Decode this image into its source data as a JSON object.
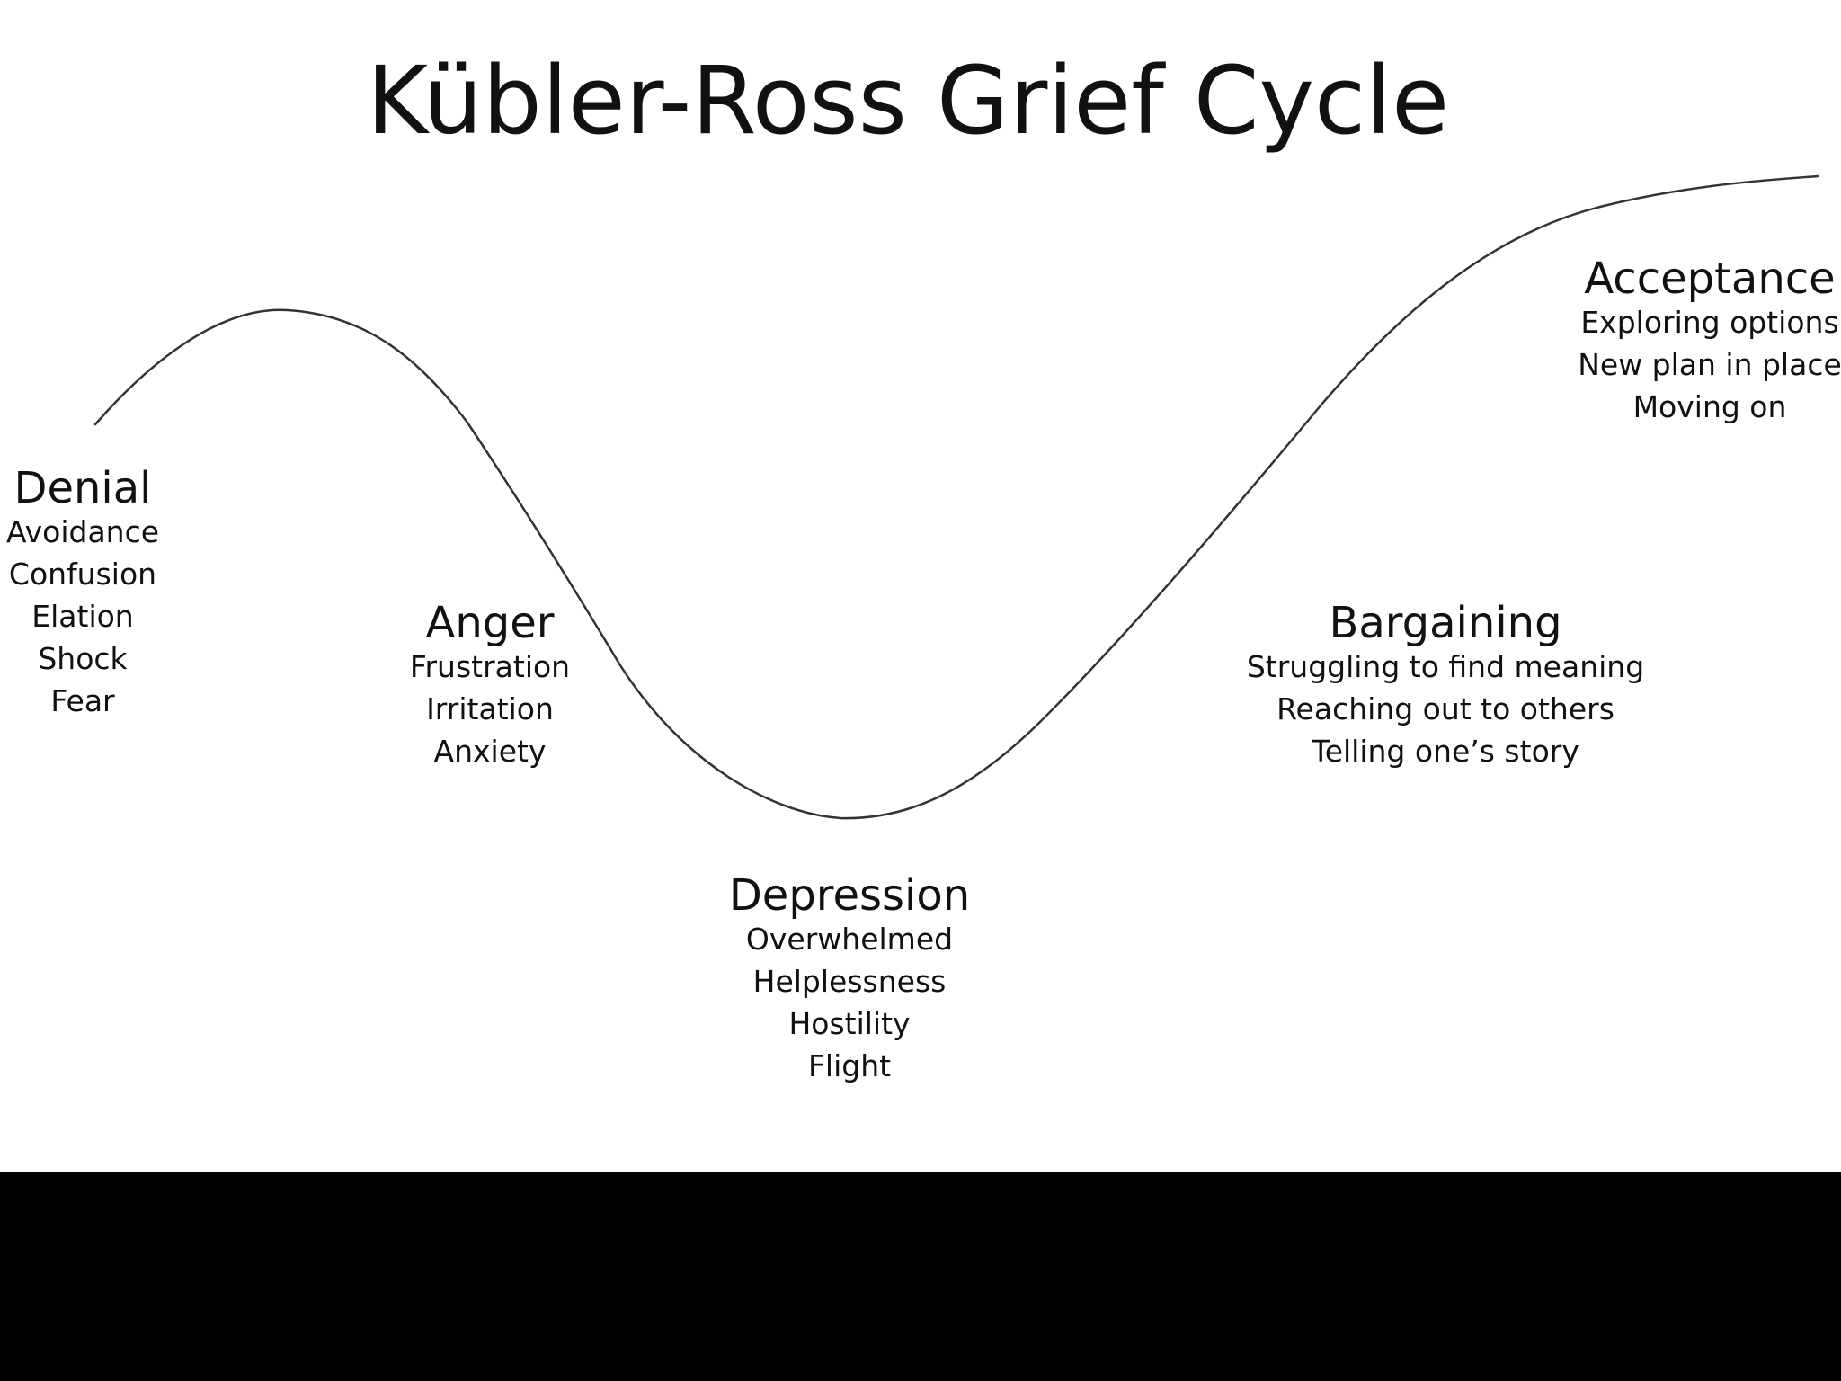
{
  "title": "Kübler-Ross Grief Cycle",
  "stages": [
    {
      "name": "Denial",
      "items": [
        "Avoidance",
        "Confusion",
        "Elation",
        "Shock",
        "Fear"
      ]
    },
    {
      "name": "Anger",
      "items": [
        "Frustration",
        "Irritation",
        "Anxiety"
      ]
    },
    {
      "name": "Depression",
      "items": [
        "Overwhelmed",
        "Helplessness",
        "Hostility",
        "Flight"
      ]
    },
    {
      "name": "Bargaining",
      "items": [
        "Struggling to find meaning",
        "Reaching out to others",
        "Telling one’s story"
      ]
    },
    {
      "name": "Acceptance",
      "items": [
        "Exploring options",
        "New plan in place",
        "Moving on"
      ]
    }
  ],
  "colors": {
    "background": "#ffffff",
    "text": "#111111",
    "curve": "#333333",
    "bottom_bar": "#000000"
  }
}
